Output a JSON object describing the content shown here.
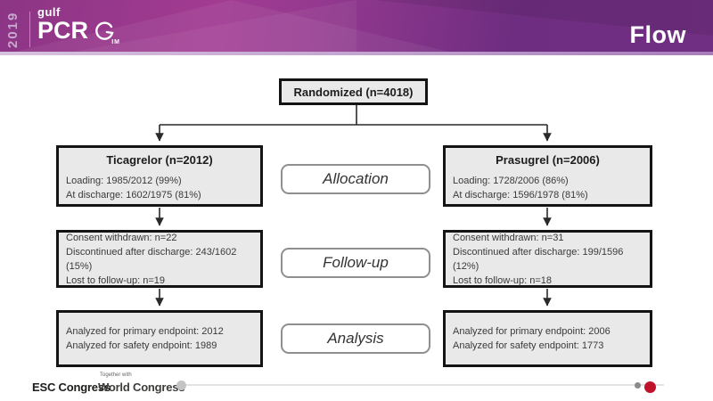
{
  "header": {
    "year": "2019",
    "logo": {
      "top": "gulf",
      "main": "PCR",
      "sub": "IM"
    },
    "title": "Flow"
  },
  "flow": {
    "randomized_label": "Randomized (n=4018)",
    "stage_labels": {
      "allocation": "Allocation",
      "followup": "Follow-up",
      "analysis": "Analysis"
    },
    "left": {
      "title": "Ticagrelor (n=2012)",
      "allocation_lines": [
        "Loading: 1985/2012 (99%)",
        "At discharge: 1602/1975 (81%)"
      ],
      "followup_lines": [
        "Consent withdrawn: n=22",
        "Discontinued after discharge: 243/1602 (15%)",
        "Lost to follow-up: n=19"
      ],
      "analysis_lines": [
        "Analyzed for primary endpoint: 2012",
        "Analyzed for safety endpoint: 1989"
      ]
    },
    "right": {
      "title": "Prasugrel (n=2006)",
      "allocation_lines": [
        "Loading: 1728/2006 (86%)",
        "At discharge: 1596/1978 (81%)"
      ],
      "followup_lines": [
        "Consent withdrawn: n=31",
        "Discontinued after discharge: 199/1596 (12%)",
        "Lost to follow-up: n=18"
      ],
      "analysis_lines": [
        "Analyzed for primary endpoint: 2006",
        "Analyzed for safety endpoint: 1773"
      ]
    }
  },
  "footer": {
    "esc_congress": "ESC Congress",
    "together_with": "Together with",
    "world_congress": "World Congress"
  },
  "colors": {
    "accent_red": "#c0132b",
    "header_magenta": "#a23b92",
    "header_purple": "#6e2d80",
    "box_fill": "#e9e9e9",
    "box_border": "#141414"
  }
}
